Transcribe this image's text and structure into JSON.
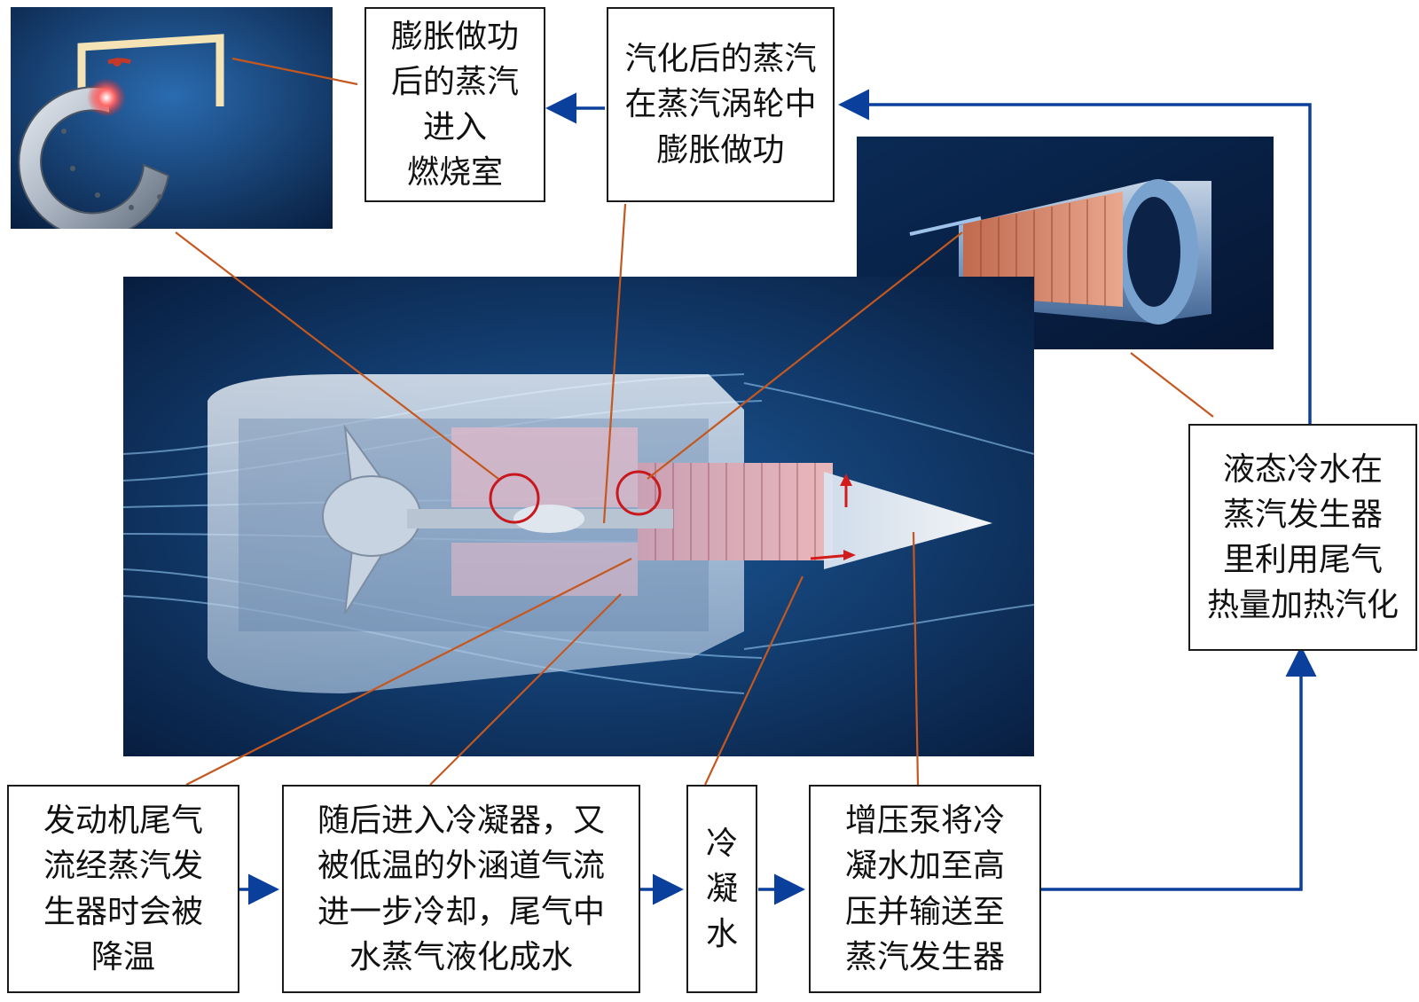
{
  "text_boxes": {
    "combustor": [
      "膨胀做功",
      "后的蒸汽",
      "进入",
      "燃烧室"
    ],
    "turbine": [
      "汽化后的蒸汽",
      "在蒸汽涡轮中",
      "膨胀做功"
    ],
    "generator": [
      "液态冷水在",
      "蒸汽发生器",
      "里利用尾气",
      "热量加热汽化"
    ],
    "exhaust": [
      "发动机尾气",
      "流经蒸汽发",
      "生器时会被",
      "降温"
    ],
    "condenser": [
      "随后进入冷凝器，又",
      "被低温的外涵道气流",
      "进一步冷却，尾气中",
      "水蒸气液化成水"
    ],
    "water": [
      "冷",
      "凝",
      "水"
    ],
    "pump": [
      "增压泵将冷",
      "凝水加至高",
      "压并输送至",
      "蒸汽发生器"
    ]
  },
  "images": {
    "combustor_inset": "combustor-ring-render",
    "generator_inset": "steam-generator-cylinder-render",
    "engine_main": "turbofan-cutaway-render"
  },
  "colors": {
    "flow_arrow": "#0b3f9c",
    "leader_line": "#c4581f",
    "highlight_circle": "#c8181e",
    "background_blue": "#0d3566",
    "box_border": "#1a1a1a"
  }
}
